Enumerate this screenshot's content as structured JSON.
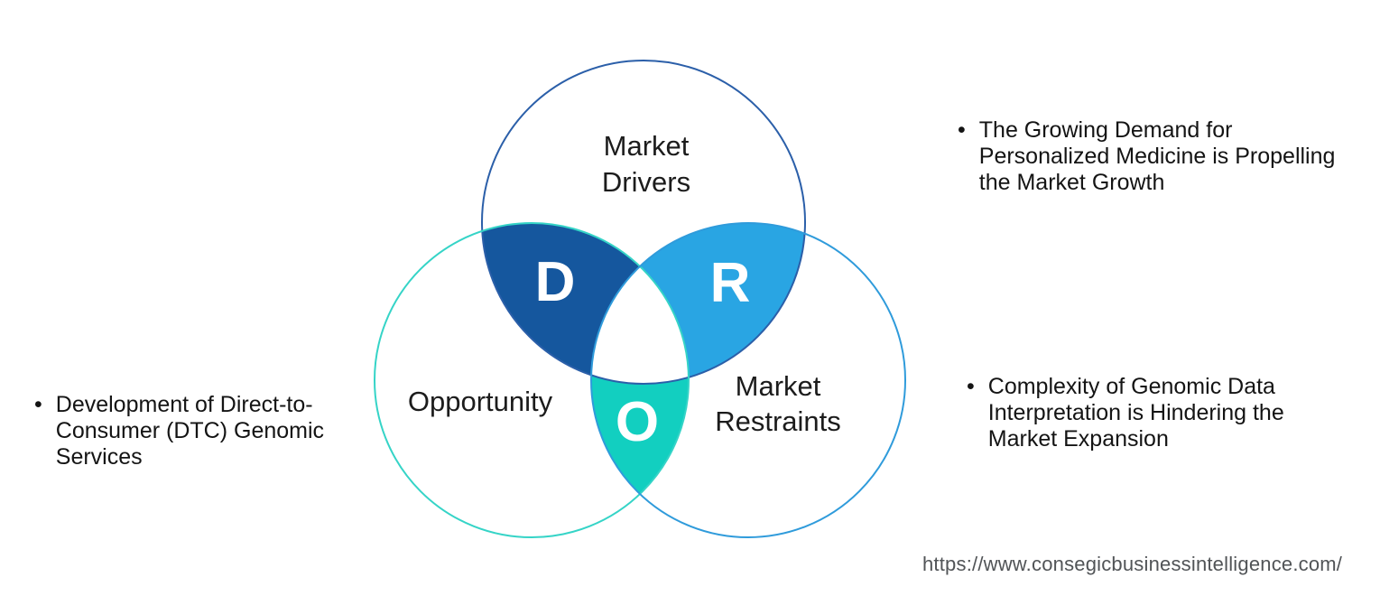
{
  "venn": {
    "drivers": {
      "letter": "D",
      "label_lines": [
        "Market",
        "Drivers"
      ],
      "color": "#15579E",
      "stroke": "#2B5FA9"
    },
    "restraints": {
      "letter": "R",
      "label_lines": [
        "Market",
        "Restraints"
      ],
      "color": "#29A5E3",
      "stroke": "#2F9BDB"
    },
    "opportunity": {
      "letter": "O",
      "label": "Opportunity",
      "color": "#12CFC0",
      "stroke": "#35D4C7"
    }
  },
  "bullets": {
    "driver": {
      "marker": "•",
      "lines": [
        "The Growing Demand for",
        "Personalized Medicine is Propelling",
        "the Market Growth"
      ]
    },
    "opportunity": {
      "marker": "•",
      "lines": [
        "Development of Direct-to-",
        "Consumer (DTC) Genomic",
        "Services"
      ]
    },
    "restraint": {
      "marker": "•",
      "lines": [
        "Complexity of Genomic Data",
        "Interpretation is Hindering the",
        "Market Expansion"
      ]
    }
  },
  "footer": {
    "url": "https://www.consegicbusinessintelligence.com/"
  }
}
